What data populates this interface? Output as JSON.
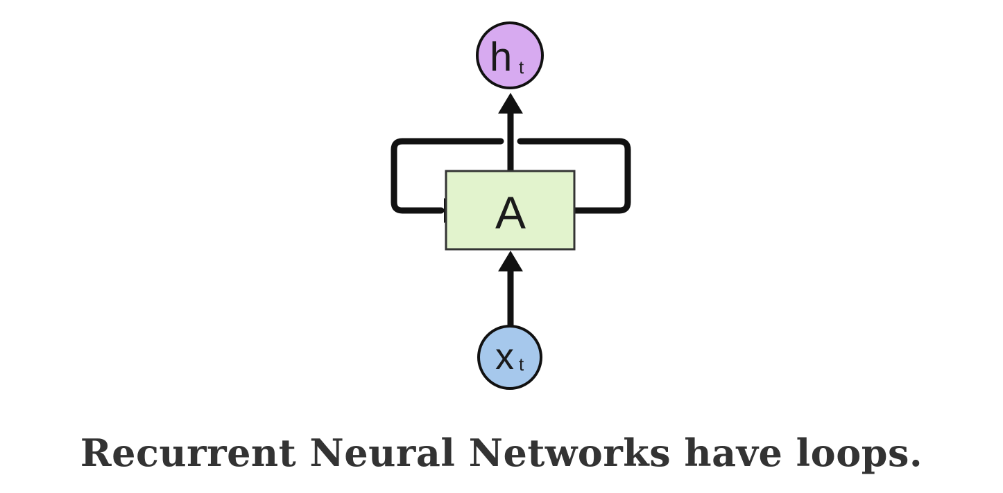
{
  "diagram": {
    "output_node": {
      "main": "h",
      "sub": "t",
      "color": "#d7aaf0"
    },
    "cell": {
      "label": "A",
      "color": "#e2f3cd"
    },
    "input_node": {
      "main": "x",
      "sub": "t",
      "color": "#a6c8ec"
    },
    "stroke_color": "#111111"
  },
  "caption": "Recurrent Neural Networks have loops."
}
